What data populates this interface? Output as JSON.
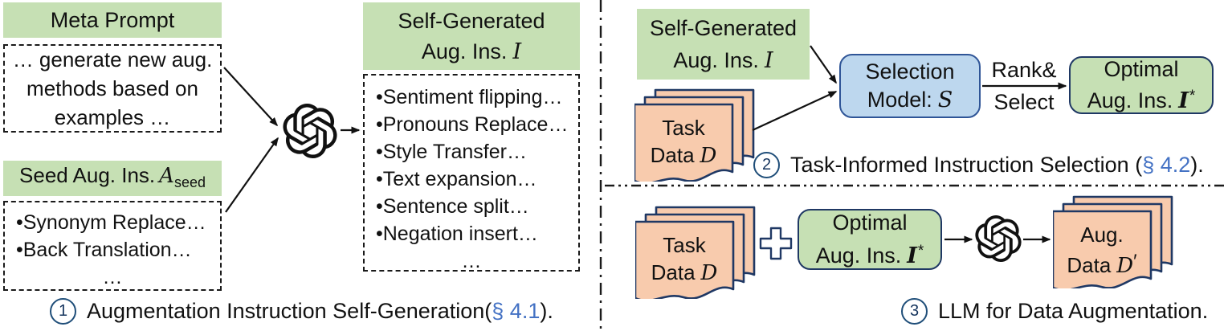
{
  "colors": {
    "green_fill": "#c6e0b4",
    "blue_fill": "#bdd7ee",
    "orange_fill": "#f8cbad",
    "shape_border": "#1f3864",
    "blue_border": "#2f5597",
    "section_ref_blue": "#4472c4"
  },
  "icons": {
    "llm": "openai-logo",
    "plus": "plus-cross",
    "task_docs": "document-stack"
  },
  "section1": {
    "meta_prompt": {
      "title": "Meta Prompt",
      "lines": [
        "… generate new aug.",
        "methods based on",
        "examples …"
      ]
    },
    "seed": {
      "title_prefix": "Seed Aug. Ins.",
      "symbol": "A",
      "subscript": "seed",
      "items": [
        "•Synonym Replace…",
        "•Back Translation…",
        "…"
      ]
    },
    "generated": {
      "line1": "Self-Generated",
      "line2_prefix": "Aug. Ins.",
      "symbol": "I",
      "items": [
        "•Sentiment flipping…",
        "•Pronouns Replace…",
        "•Style Transfer…",
        "•Text expansion…",
        "•Sentence split…",
        "•Negation insert…",
        "…"
      ]
    },
    "caption": {
      "number": "1",
      "text": "Augmentation Instruction Self-Generation(",
      "ref": "§ 4.1",
      "suffix": ")."
    }
  },
  "section2": {
    "generated": {
      "line1": "Self-Generated",
      "line2_prefix": "Aug. Ins.",
      "symbol": "I"
    },
    "task_data": {
      "line1": "Task",
      "line2_prefix": "Data",
      "symbol": "D"
    },
    "selection_model": {
      "line1": "Selection",
      "line2_prefix": "Model:",
      "symbol": "S"
    },
    "arrow_label": {
      "line1": "Rank&",
      "line2": "Select"
    },
    "optimal": {
      "line1": "Optimal",
      "line2_prefix": "Aug. Ins.",
      "symbol": "I",
      "superscript": "*"
    },
    "caption": {
      "number": "2",
      "text": "Task-Informed Instruction Selection (",
      "ref": "§ 4.2",
      "suffix": ")."
    }
  },
  "section3": {
    "task_data": {
      "line1": "Task",
      "line2_prefix": "Data",
      "symbol": "D"
    },
    "optimal": {
      "line1": "Optimal",
      "line2_prefix": "Aug. Ins.",
      "symbol": "I",
      "superscript": "*"
    },
    "aug_data": {
      "line1": "Aug.",
      "line2_prefix": "Data",
      "symbol": "D",
      "prime": "′"
    },
    "caption": {
      "number": "3",
      "text": "LLM for Data Augmentation.",
      "ref": "",
      "suffix": ""
    }
  }
}
